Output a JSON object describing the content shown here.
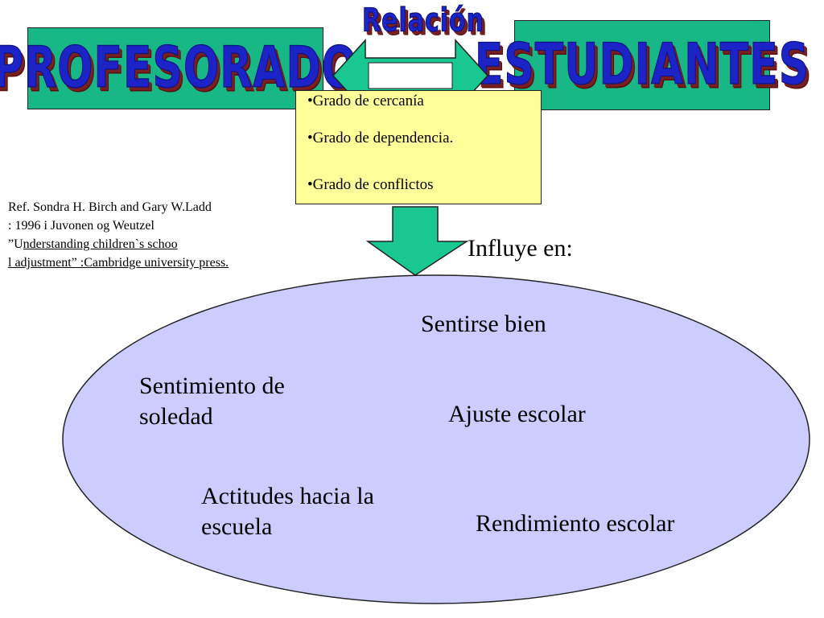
{
  "relationship_label": "Relación",
  "left_box": {
    "label": "PROFESORADO"
  },
  "right_box": {
    "label": "ESTUDIANTES"
  },
  "relationship_items": [
    "•Grado de cercanía",
    "•Grado de dependencia.",
    "•Grado de conflictos"
  ],
  "reference": {
    "line1": "Ref. Sondra H. Birch and Gary W.Ladd",
    "line2": ": 1996 i  Juvonen og Weutzel",
    "line3_prefix": " ”U",
    "line3_underlined": "nderstanding children`s schoo",
    "line4_underlined": "l adjustment” :Cambridge university press."
  },
  "influence_label": "Influye en:",
  "outcomes": {
    "sentirse_bien": "Sentirse bien",
    "soledad_line1": "Sentimiento de",
    "soledad_line2": "soledad",
    "ajuste": "Ajuste escolar",
    "actitudes_line1": "Actitudes hacia la",
    "actitudes_line2": "escuela",
    "rendimiento": "Rendimiento escolar"
  },
  "colors": {
    "teal": "#18b886",
    "yellow": "#ffff99",
    "lavender": "#ccccff",
    "wordart_blue": "#1c24c8",
    "arrow_green": "#18c890"
  }
}
